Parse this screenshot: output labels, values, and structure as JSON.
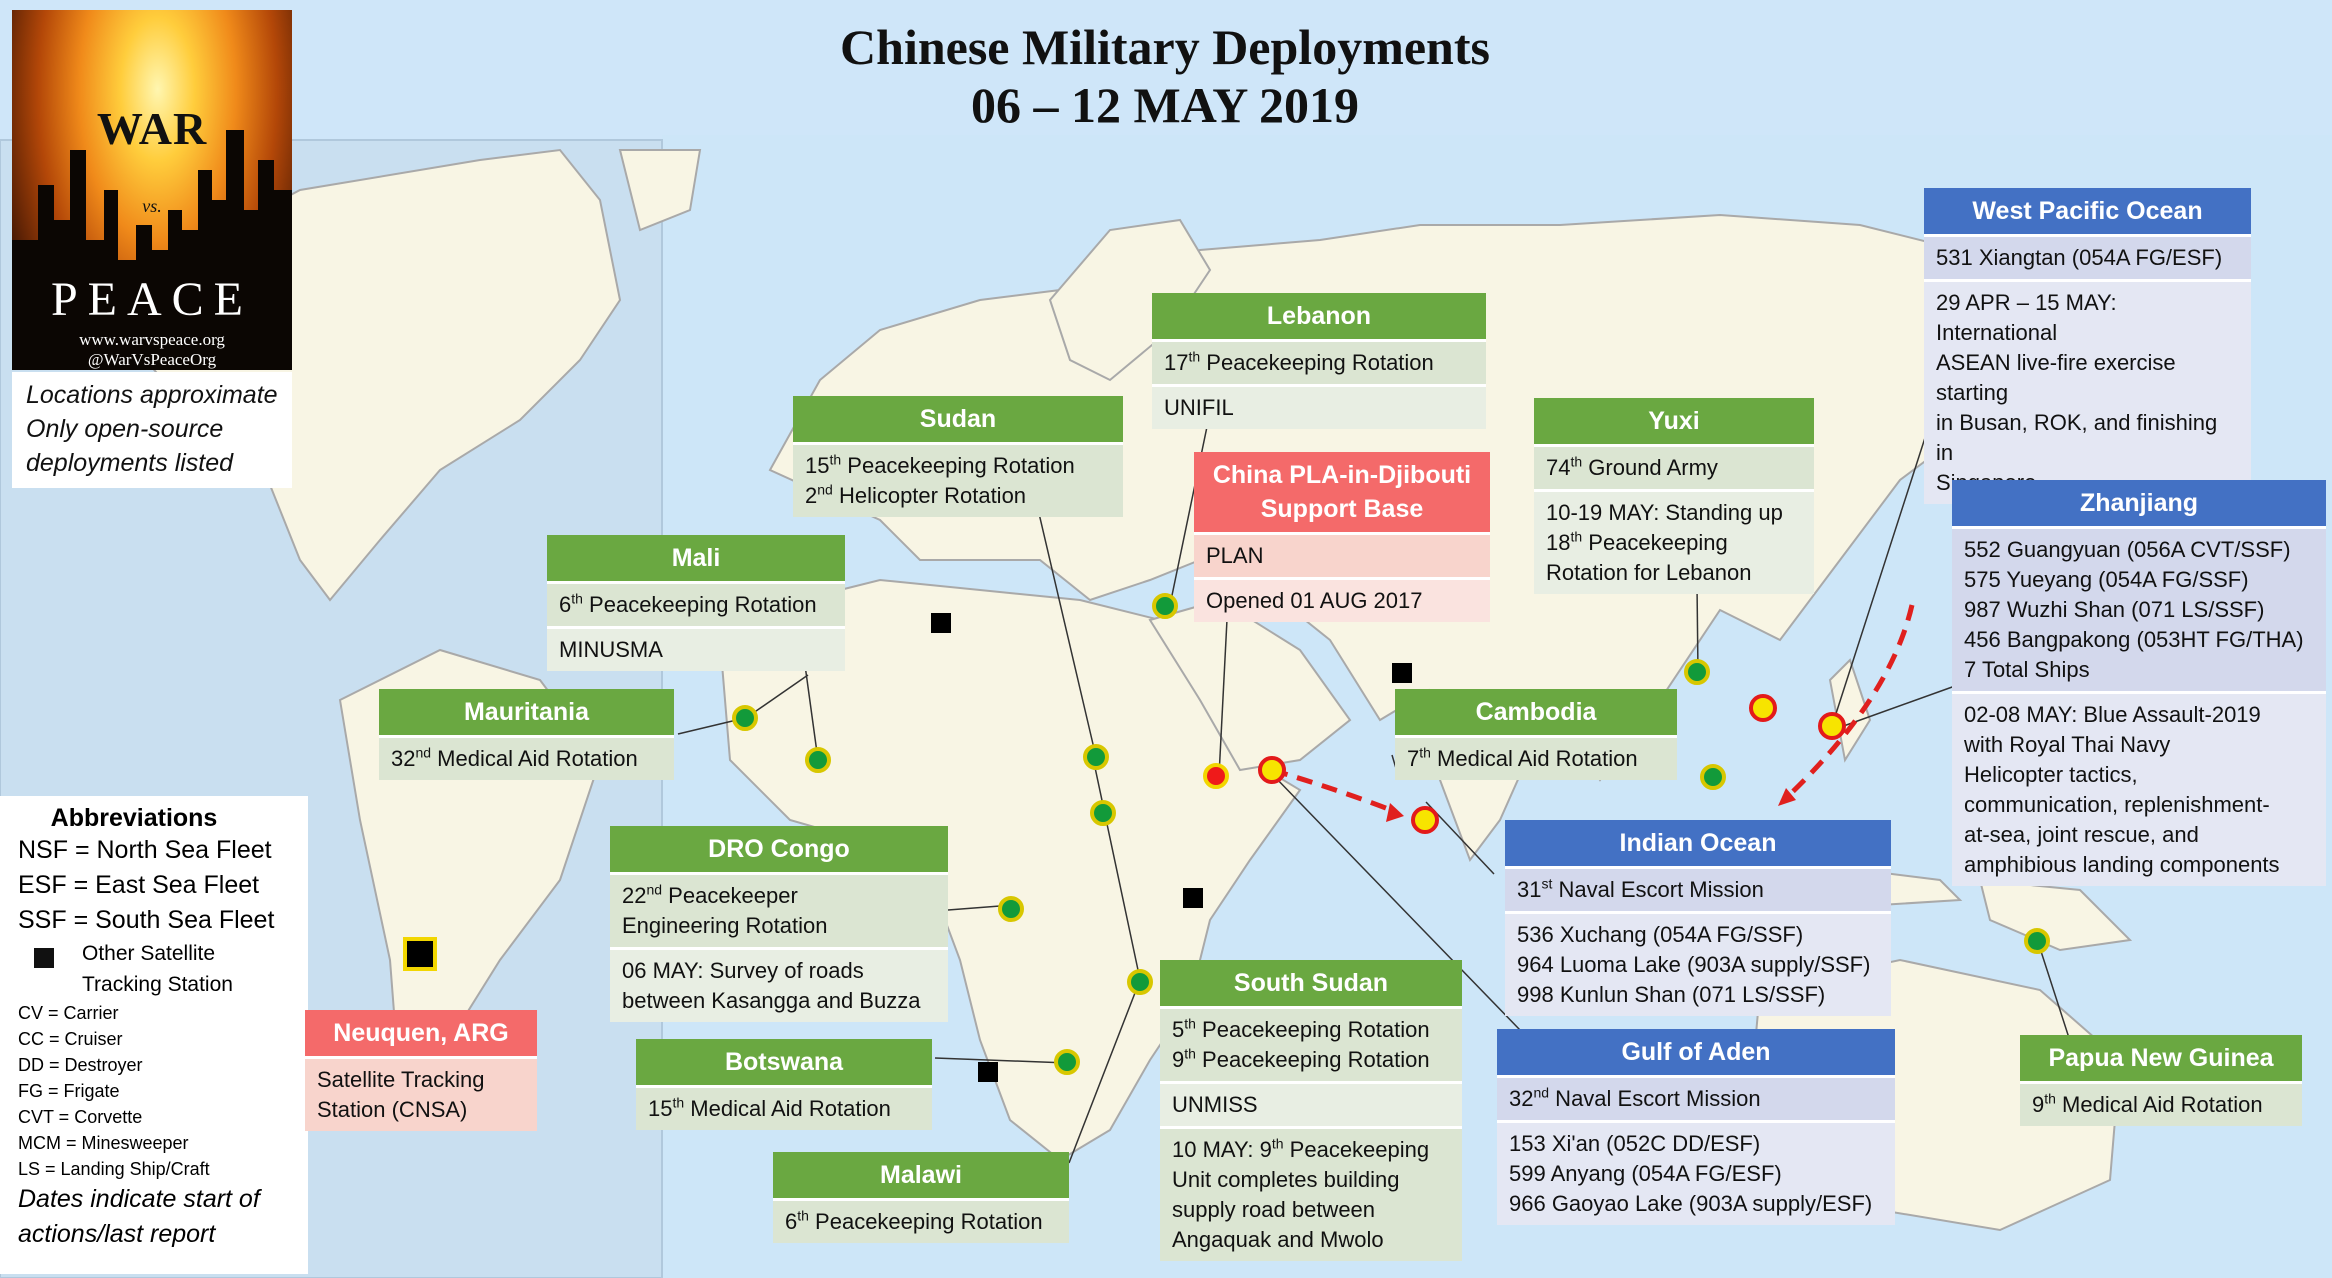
{
  "title": {
    "line1": "Chinese Military Deployments",
    "line2": "06 – 12 MAY 2019"
  },
  "logo": {
    "war": "WAR",
    "vs": "vs.",
    "peace": "PEACE",
    "site": "www.warvspeace.org",
    "handle": "@WarVsPeaceOrg"
  },
  "notes": {
    "line1": "Locations approximate",
    "line2": "Only open-source",
    "line3": "deployments listed"
  },
  "legend": {
    "title": "Abbreviations",
    "fleets": [
      "NSF = North Sea Fleet",
      "ESF = East Sea Fleet",
      "SSF = South Sea Fleet"
    ],
    "satellite": [
      "Other Satellite",
      "Tracking Station"
    ],
    "ships": [
      "CV = Carrier",
      "CC = Cruiser",
      "DD = Destroyer",
      "FG = Frigate",
      "CVT = Corvette",
      "MCM = Minesweeper",
      "LS = Landing Ship/Craft"
    ],
    "dates": [
      "Dates indicate start of",
      "actions/last report"
    ]
  },
  "colors": {
    "green": "#6aa841",
    "blue": "#4371c4",
    "red": "#f46a6a",
    "ocean": "#c9e2f5",
    "land": "#f8f5e4"
  },
  "boxes": {
    "lebanon": {
      "title": "Lebanon",
      "r1": [
        "17",
        "th",
        " Peacekeeping Rotation"
      ],
      "r2": "UNIFIL"
    },
    "sudan": {
      "title": "Sudan",
      "r1a": [
        "15",
        "th",
        " Peacekeeping Rotation"
      ],
      "r1b": [
        "2",
        "nd",
        " Helicopter Rotation"
      ]
    },
    "djibouti": {
      "title1": "China PLA-in-Djibouti",
      "title2": "Support Base",
      "r1": "PLAN",
      "r2": "Opened 01 AUG 2017"
    },
    "mali": {
      "title": "Mali",
      "r1": [
        "6",
        "th",
        " Peacekeeping Rotation"
      ],
      "r2": "MINUSMA"
    },
    "mauritania": {
      "title": "Mauritania",
      "r1": [
        "32",
        "nd",
        " Medical Aid Rotation"
      ]
    },
    "yuxi": {
      "title": "Yuxi",
      "r1": [
        "74",
        "th",
        " Ground Army"
      ],
      "r2a": "10-19 MAY: Standing up",
      "r2b": [
        "18",
        "th",
        " Peacekeeping"
      ],
      "r2c": "Rotation for Lebanon"
    },
    "cambodia": {
      "title": "Cambodia",
      "r1": [
        "7",
        "th",
        " Medical Aid Rotation"
      ]
    },
    "wpo": {
      "title": "West Pacific Ocean",
      "r1": "531 Xiangtan (054A FG/ESF)",
      "r2": [
        "29 APR – 15 MAY: International",
        "ASEAN live-fire exercise starting",
        "in Busan, ROK, and finishing in",
        "Singapore"
      ]
    },
    "zhanjiang": {
      "title": "Zhanjiang",
      "r1": [
        "552 Guangyuan (056A CVT/SSF)",
        "575 Yueyang (054A FG/SSF)",
        "987 Wuzhi Shan (071 LS/SSF)",
        "456 Bangpakong (053HT FG/THA)",
        "7 Total Ships"
      ],
      "r2": [
        "02-08 MAY: Blue Assault-2019",
        "with Royal Thai Navy",
        "Helicopter tactics,",
        "communication, replenishment-",
        "at-sea, joint rescue, and",
        "amphibious landing components"
      ]
    },
    "congo": {
      "title": "DRO Congo",
      "r1a": [
        "22",
        "nd",
        " Peacekeeper"
      ],
      "r1b": "Engineering Rotation",
      "r2": [
        "06 MAY: Survey of roads",
        "between Kasangga and Buzza"
      ]
    },
    "indian": {
      "title": "Indian Ocean",
      "r1": [
        "31",
        "st",
        " Naval Escort Mission"
      ],
      "r2": [
        "536 Xuchang (054A FG/SSF)",
        "964 Luoma Lake (903A supply/SSF)",
        "998 Kunlun Shan (071 LS/SSF)"
      ]
    },
    "southsudan": {
      "title": "South Sudan",
      "r1a": [
        "5",
        "th",
        " Peacekeeping Rotation"
      ],
      "r1b": [
        "9",
        "th",
        " Peacekeeping Rotation"
      ],
      "r2": "UNMISS",
      "r3a": [
        "10 MAY: 9",
        "th",
        " Peacekeeping"
      ],
      "r3b": [
        "Unit completes building",
        "supply road between",
        "Angaquak and Mwolo"
      ]
    },
    "neuquen": {
      "title": "Neuquen, ARG",
      "r1": [
        "Satellite Tracking",
        "Station (CNSA)"
      ]
    },
    "botswana": {
      "title": "Botswana",
      "r1": [
        "15",
        "th",
        " Medical Aid Rotation"
      ]
    },
    "aden": {
      "title": "Gulf of Aden",
      "r1": [
        "32",
        "nd",
        " Naval Escort Mission"
      ],
      "r2": [
        "153 Xi'an (052C DD/ESF)",
        "599 Anyang (054A FG/ESF)",
        "966 Gaoyao Lake (903A supply/ESF)"
      ]
    },
    "png": {
      "title": "Papua New Guinea",
      "r1": [
        "9",
        "th",
        " Medical Aid Rotation"
      ]
    },
    "malawi": {
      "title": "Malawi",
      "r1": [
        "6",
        "th",
        " Peacekeeping Rotation"
      ]
    }
  }
}
